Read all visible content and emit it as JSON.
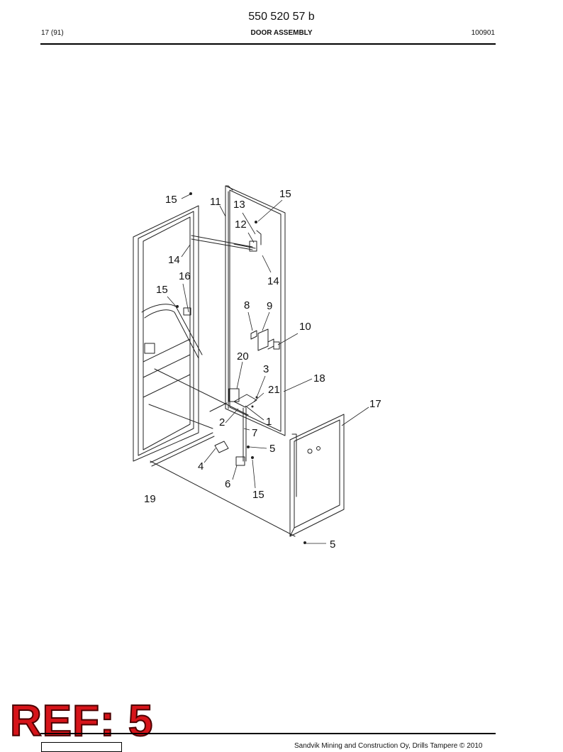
{
  "header": {
    "document_number": "550 520 57 b",
    "page": "17 (91)",
    "title": "DOOR ASSEMBLY",
    "date_code": "100901"
  },
  "callouts": [
    {
      "label": "15",
      "id": "callout-15a"
    },
    {
      "label": "11",
      "id": "callout-11"
    },
    {
      "label": "13",
      "id": "callout-13"
    },
    {
      "label": "15",
      "id": "callout-15b"
    },
    {
      "label": "12",
      "id": "callout-12"
    },
    {
      "label": "14",
      "id": "callout-14a"
    },
    {
      "label": "16",
      "id": "callout-16"
    },
    {
      "label": "14",
      "id": "callout-14b"
    },
    {
      "label": "15",
      "id": "callout-15c"
    },
    {
      "label": "8",
      "id": "callout-8"
    },
    {
      "label": "9",
      "id": "callout-9"
    },
    {
      "label": "10",
      "id": "callout-10"
    },
    {
      "label": "20",
      "id": "callout-20"
    },
    {
      "label": "3",
      "id": "callout-3"
    },
    {
      "label": "18",
      "id": "callout-18"
    },
    {
      "label": "21",
      "id": "callout-21"
    },
    {
      "label": "17",
      "id": "callout-17"
    },
    {
      "label": "2",
      "id": "callout-2"
    },
    {
      "label": "1",
      "id": "callout-1"
    },
    {
      "label": "7",
      "id": "callout-7"
    },
    {
      "label": "5",
      "id": "callout-5a"
    },
    {
      "label": "4",
      "id": "callout-4"
    },
    {
      "label": "6",
      "id": "callout-6"
    },
    {
      "label": "15",
      "id": "callout-15d"
    },
    {
      "label": "19",
      "id": "callout-19"
    },
    {
      "label": "5",
      "id": "callout-5b"
    }
  ],
  "stamp": {
    "text": "REF: 5",
    "color": "#d6141a"
  },
  "footer": {
    "copyright": "Sandvik Mining and Construction Oy, Drills Tampere © 2010"
  }
}
